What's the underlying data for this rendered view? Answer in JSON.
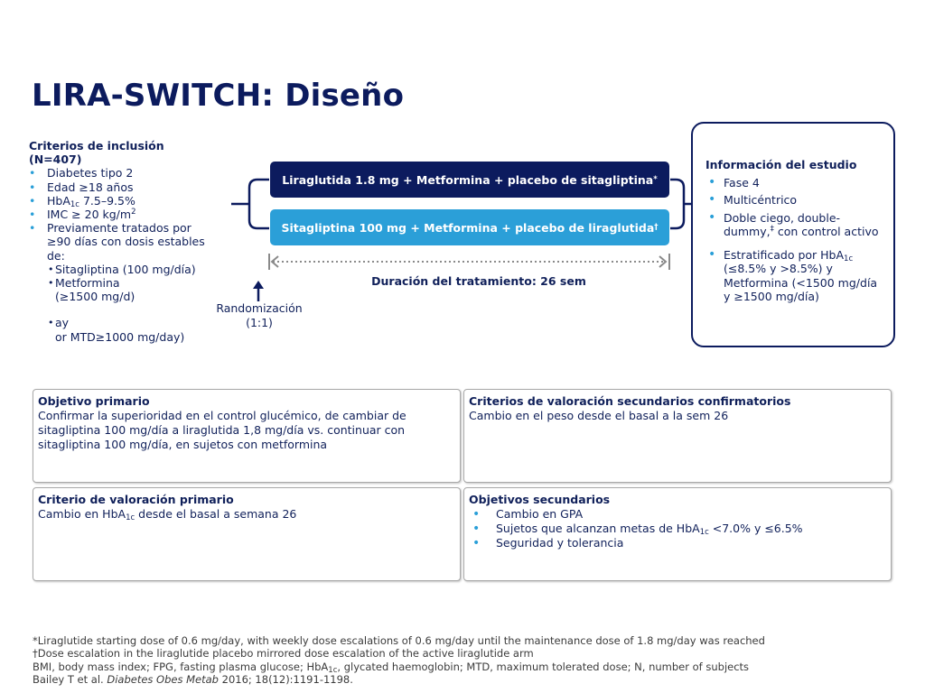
{
  "title": "LIRA-SWITCH: Diseño",
  "inclusion": {
    "header_1": "Criterios de inclusión",
    "header_2": "(N=407)",
    "item_diabetes": "Diabetes tipo 2",
    "item_age": "Edad ≥18 años",
    "item_hba1c_pre": "HbA",
    "item_hba1c_sub": "1c",
    "item_hba1c_post": " 7.5–9.5%",
    "item_bmi_pre": "IMC ≥ 20 kg/m",
    "item_bmi_sup": "2",
    "item_prev_1": "Previamente tratados por",
    "item_prev_2": "≥90 días con dosis estables",
    "item_prev_3": "de:",
    "sub_sita": "Sitagliptina (100 mg/día)",
    "sub_met_1": "Metformina",
    "sub_met_2": "(≥1500 mg/d)",
    "sub_ay_1": "ay",
    "sub_ay_2": "or MTD≥1000 mg/day)"
  },
  "arms": {
    "arm1": "Liraglutida 1.8 mg + Metformina + placebo de sitagliptina",
    "arm1_mark": "*",
    "arm2": "Sitagliptina 100 mg + Metformina + placebo de liraglutida",
    "arm2_mark": "†"
  },
  "randomization": {
    "line1": "Randomización",
    "line2": "(1:1)"
  },
  "duration": "Duración del tratamiento: 26 sem",
  "study_info": {
    "header": "Información del estudio",
    "phase": "Fase 4",
    "multicenter": "Multicéntrico",
    "blind_pre": "Doble ciego, double-dummy,",
    "blind_mark": "‡",
    "blind_post": " con control activo",
    "strat_pre": "Estratificado por HbA",
    "strat_sub": "1c",
    "strat_post": " (≤8.5% y >8.5%) y Metformina (<1500 mg/día y ≥1500 mg/día)"
  },
  "primary_objective": {
    "header": "Objetivo primario",
    "text": "Confirmar la superioridad en el control glucémico, de cambiar de sitagliptina 100 mg/día a liraglutida 1,8 mg/día vs. continuar con sitagliptina 100 mg/día, en sujetos con metformina"
  },
  "secondary_confirmatory": {
    "header": "Criterios de valoración secundarios confirmatorios",
    "text": "Cambio en el peso desde el basal a la sem 26"
  },
  "primary_endpoint": {
    "header": "Criterio de valoración primario",
    "text_pre": "Cambio en HbA",
    "text_sub": "1c",
    "text_post": " desde el basal a semana 26"
  },
  "secondary_objectives": {
    "header": "Objetivos secundarios",
    "item_gpa": "Cambio en GPA",
    "item_targets_pre": "Sujetos que alcanzan metas de HbA",
    "item_targets_sub": "1c",
    "item_targets_post": " <7.0% y ≤6.5%",
    "item_safety": "Seguridad y tolerancia"
  },
  "footnotes": {
    "f1": "*Liraglutide starting dose of 0.6 mg/day, with weekly dose escalations of 0.6 mg/day until the maintenance dose of 1.8 mg/day was reached",
    "f2": "†Dose escalation in the liraglutide placebo mirrored dose escalation of the active liraglutide arm",
    "f3_pre": "BMI, body mass index; FPG, fasting plasma glucose; HbA",
    "f3_sub": "1c",
    "f3_post": ", glycated haemoglobin; MTD, maximum tolerated dose; N, number of subjects",
    "f4_pre": "Bailey T et al. ",
    "f4_journal": "Diabetes Obes Metab",
    "f4_post": " 2016; 18(12):1191-1198."
  },
  "colors": {
    "navy": "#0c1b5e",
    "accent_blue": "#2b9fd8",
    "footnote_gray": "#3b3b3b"
  }
}
